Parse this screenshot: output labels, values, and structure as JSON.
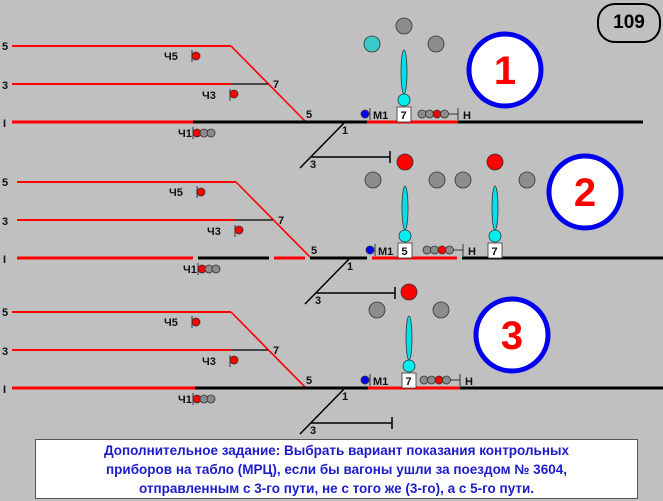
{
  "slide_number": "109",
  "colors": {
    "occupied": "#ff0000",
    "free": "#000000",
    "signal_red": "#ff0000",
    "signal_gray": "#8c8c8c",
    "signal_cyan": "#3cc8c8",
    "shunt_blue": "#0000ff",
    "badge_ring": "#0000ee"
  },
  "sections": [
    {
      "variant": "1",
      "track_labels": [
        "5",
        "3",
        "I"
      ],
      "signals": [
        "Ч5",
        "Ч3",
        "Ч1",
        "М1",
        "Н"
      ],
      "switch_labels": [
        "7",
        "5",
        "1",
        "3"
      ],
      "counter_boxes": [
        "7"
      ]
    },
    {
      "variant": "2",
      "track_labels": [
        "5",
        "3",
        "I"
      ],
      "signals": [
        "Ч5",
        "Ч3",
        "Ч1",
        "М1",
        "Н"
      ],
      "switch_labels": [
        "7",
        "5",
        "1",
        "3"
      ],
      "counter_boxes": [
        "5",
        "7"
      ]
    },
    {
      "variant": "3",
      "track_labels": [
        "5",
        "3",
        "I"
      ],
      "signals": [
        "Ч5",
        "Ч3",
        "Ч1",
        "М1",
        "Н"
      ],
      "switch_labels": [
        "7",
        "5",
        "1",
        "3"
      ],
      "counter_boxes": [
        "7"
      ]
    }
  ],
  "task": {
    "line1": "Дополнительное задание: Выбрать вариант показания контрольных",
    "line2": "приборов на табло (МРЦ), если бы вагоны ушли за поездом № 3604,",
    "line3": "отправленным с 3-го пути, не с того же (3-го), а с 5-го пути."
  }
}
